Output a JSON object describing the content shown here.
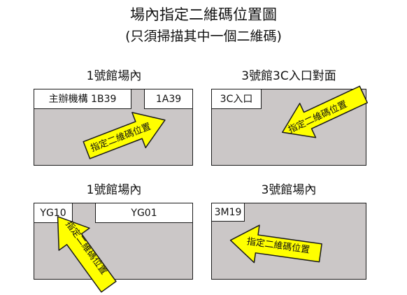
{
  "title": "場內指定二維碼位置圖",
  "subtitle": "(只須掃描其中一個二維碼)",
  "colors": {
    "panel": "#cbc7c7",
    "arrow": "#ffff00",
    "border": "#1a1a1a",
    "label": "#ffffff"
  },
  "sections": [
    {
      "heading": "1號館場內",
      "labels": [
        "主辦機構 1B39",
        "1A39"
      ],
      "arrow_text": "指定二維碼位置"
    },
    {
      "heading": "3號館3C入口對面",
      "labels": [
        "3C入口"
      ],
      "arrow_text": "指定二維碼位置"
    },
    {
      "heading": "1號館場內",
      "labels": [
        "YG10",
        "YG01"
      ],
      "arrow_text": "指定二維碼位置"
    },
    {
      "heading": "3號館場內",
      "labels": [
        "3M19"
      ],
      "arrow_text": "指定二維碼位置"
    }
  ]
}
